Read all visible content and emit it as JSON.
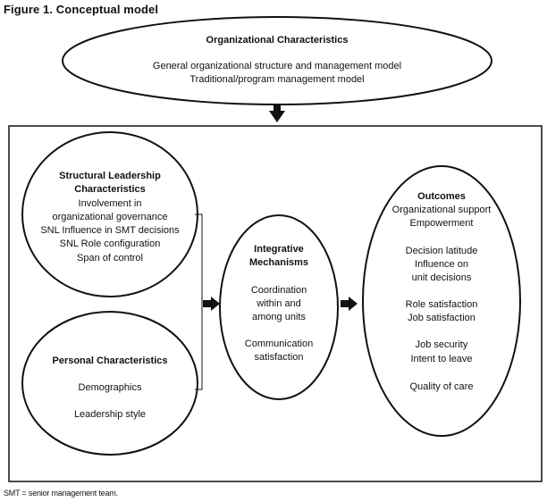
{
  "figure_title": "Figure 1. Conceptual model",
  "footnote": "SMT = senior management team.",
  "org": {
    "title": "Organizational Characteristics",
    "lines": [
      "General organizational structure and management model",
      "Traditional/program management model"
    ]
  },
  "structural": {
    "title_lines": [
      "Structural Leadership",
      "Characteristics"
    ],
    "lines": [
      "Involvement in",
      "organizational governance",
      "SNL Influence in SMT decisions",
      "SNL Role configuration",
      "Span of control"
    ]
  },
  "personal": {
    "title": "Personal Characteristics",
    "lines": [
      "Demographics",
      "Leadership style"
    ]
  },
  "integrative": {
    "title_lines": [
      "Integrative",
      "Mechanisms"
    ],
    "lines": [
      "Coordination",
      "within and",
      "among units",
      "Communication",
      "satisfaction"
    ]
  },
  "outcomes": {
    "title": "Outcomes",
    "lines": [
      "Organizational support",
      "Empowerment",
      "Decision latitude",
      "Influence on",
      "unit decisions",
      "Role satisfaction",
      "Job satisfaction",
      "Job security",
      "Intent to leave",
      "Quality of care"
    ]
  },
  "colors": {
    "stroke": "#111111",
    "background": "#ffffff"
  }
}
